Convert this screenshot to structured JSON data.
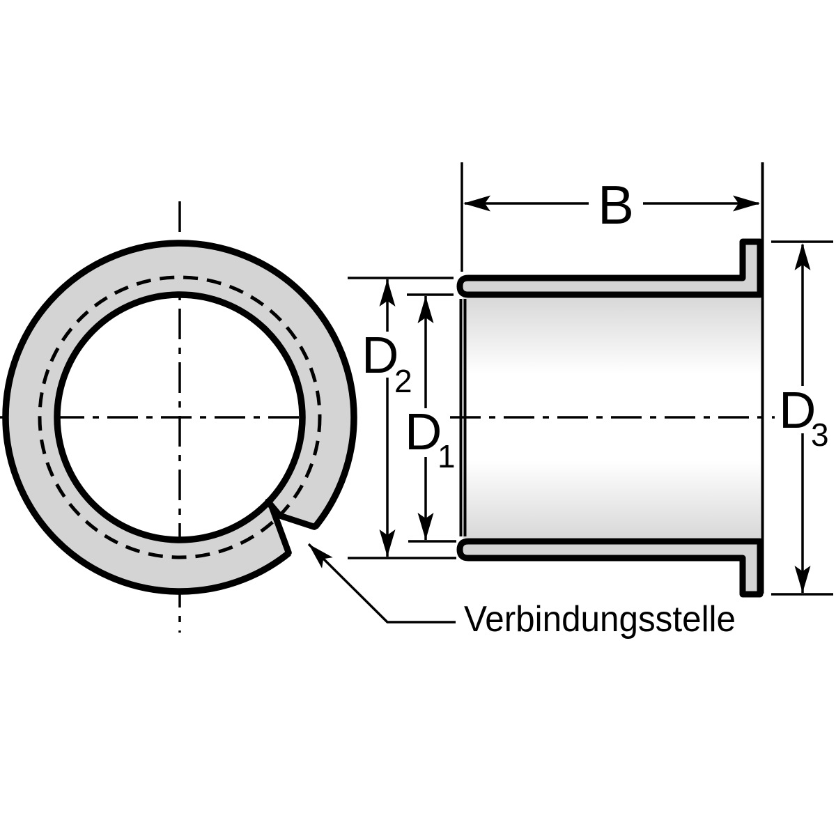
{
  "labels": {
    "b": {
      "main": "B"
    },
    "d1": {
      "main": "D",
      "sub": "1"
    },
    "d2": {
      "main": "D",
      "sub": "2"
    },
    "d3": {
      "main": "D",
      "sub": "3"
    },
    "joint": "Verbindungsstelle"
  },
  "colors": {
    "ink": "#000000",
    "part_fill": "#d4d4d4",
    "background": "#ffffff"
  }
}
